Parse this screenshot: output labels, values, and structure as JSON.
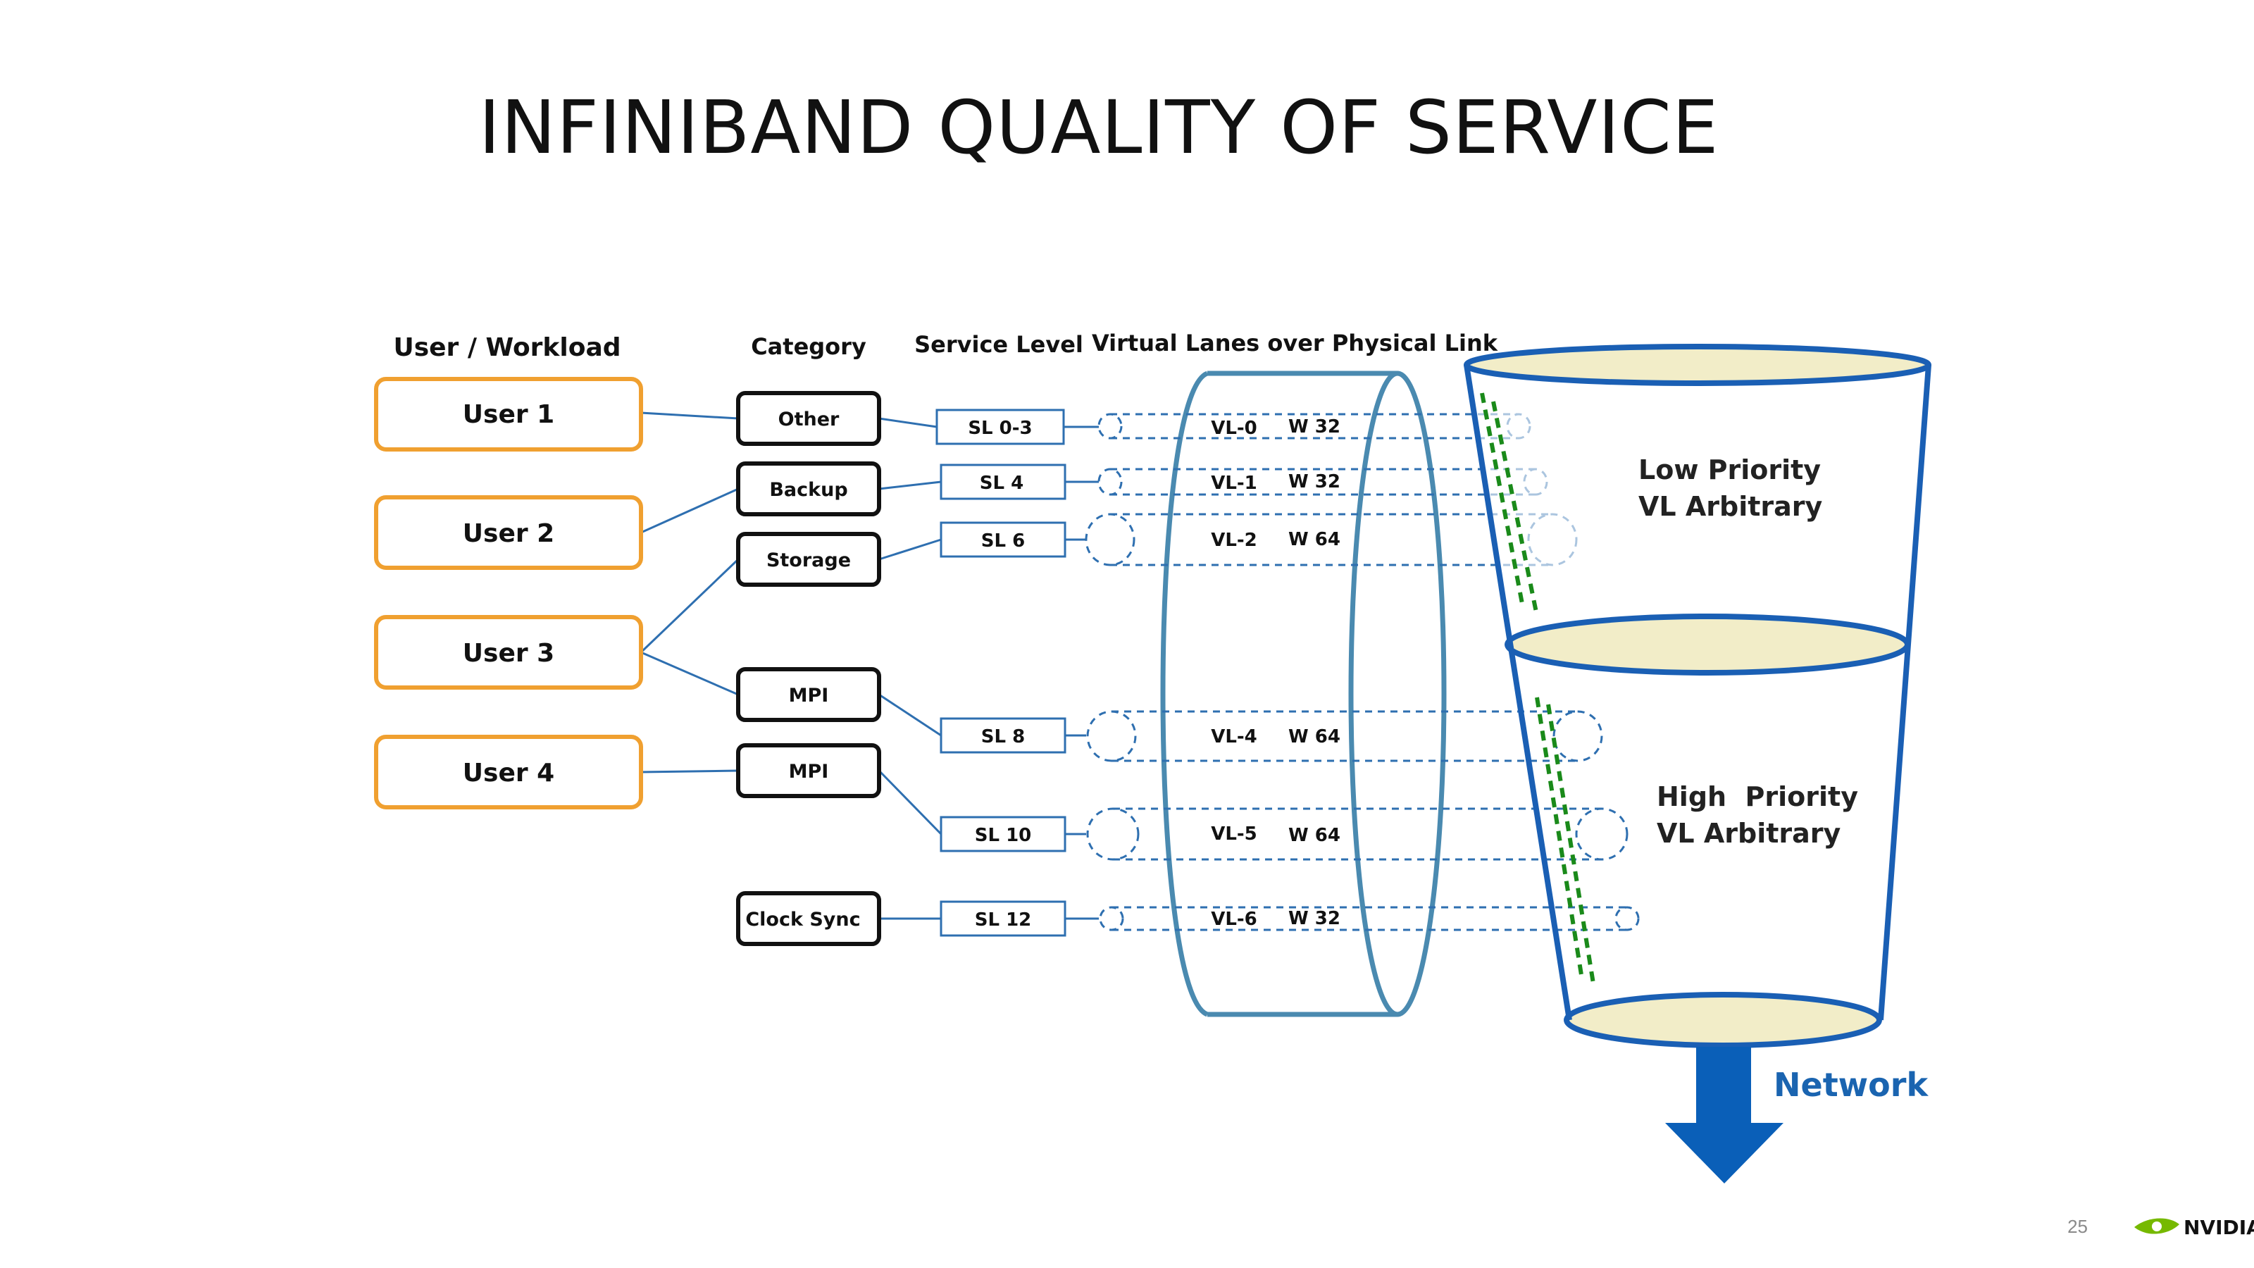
{
  "slide": {
    "title": "INFINIBAND QUALITY OF SERVICE",
    "page_number": "25",
    "logo_text": "NVIDIA."
  },
  "columns": {
    "user": "User / Workload",
    "category": "Category",
    "service_level": "Service Level",
    "virtual_lanes": "Virtual Lanes over Physical Link"
  },
  "users": [
    "User 1",
    "User 2",
    "User 3",
    "User 4"
  ],
  "categories": [
    "Other",
    "Backup",
    "Storage",
    "MPI",
    "MPI",
    "Clock Sync"
  ],
  "service_levels": [
    "SL 0-3",
    "SL 4",
    "SL 6",
    "SL 8",
    "SL 10",
    "SL 12"
  ],
  "lanes": [
    {
      "vl": "VL-0",
      "weight": "W 32"
    },
    {
      "vl": "VL-1",
      "weight": "W 32"
    },
    {
      "vl": "VL-2",
      "weight": "W 64"
    },
    {
      "vl": "VL-4",
      "weight": "W 64"
    },
    {
      "vl": "VL-5",
      "weight": "W 64"
    },
    {
      "vl": "VL-6",
      "weight": "W 32"
    }
  ],
  "funnel": {
    "low_priority": [
      "Low Priority",
      "VL Arbitrary"
    ],
    "high_priority": [
      "High  Priority",
      "VL Arbitrary"
    ],
    "network": "Network"
  },
  "colors": {
    "user_border": "#f0a030",
    "link_blue": "#2e6fb0",
    "cylinder": "#4a8ab0",
    "funnel": "#1a5fb4",
    "fill": "#f2edc8",
    "dash_green": "#1a8a1a",
    "arrow": "#0a5fb8",
    "network_text": "#1a64b0",
    "nvidia_green": "#76b900"
  }
}
